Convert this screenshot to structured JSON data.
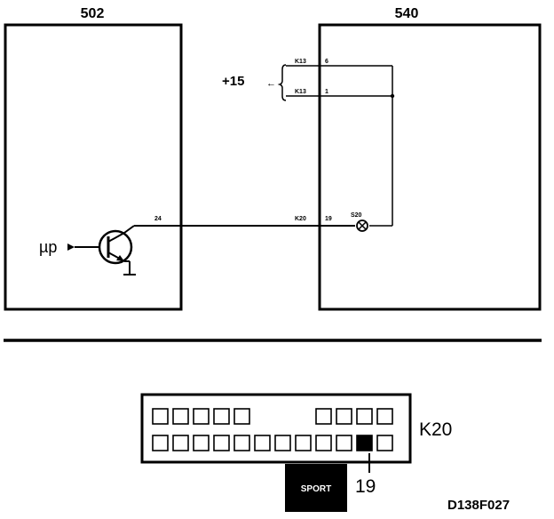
{
  "modules": {
    "left": {
      "label": "502"
    },
    "right": {
      "label": "540"
    }
  },
  "supply": {
    "label": "+15",
    "arrow_glyph": "←",
    "pins": [
      {
        "connector": "K13",
        "pin": "6"
      },
      {
        "connector": "K13",
        "pin": "1"
      }
    ]
  },
  "input": {
    "label": "µp"
  },
  "transistor": {
    "pin": "24",
    "icon": "npn-transistor-icon"
  },
  "signal_line": {
    "connector": "K20",
    "pin": "19"
  },
  "indicator": {
    "label": "S20",
    "icon": "indicator-lamp-icon"
  },
  "connector_view": {
    "label": "K20",
    "top_row_count": 9,
    "bottom_row_count": 12,
    "highlighted_pin": "19",
    "button_label": "SPORT"
  },
  "figure_id": "D138F027"
}
